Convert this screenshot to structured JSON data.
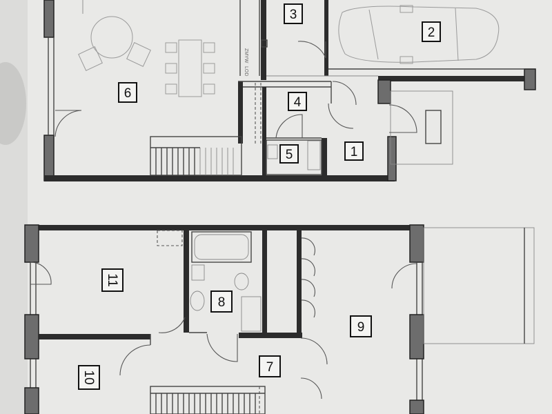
{
  "floors": [
    {
      "rooms": [
        {
          "number": "1"
        },
        {
          "number": "2"
        },
        {
          "number": "3"
        },
        {
          "number": "4"
        },
        {
          "number": "5"
        },
        {
          "number": "6"
        }
      ]
    },
    {
      "rooms": [
        {
          "number": "7"
        },
        {
          "number": "8"
        },
        {
          "number": "9"
        },
        {
          "number": "10"
        },
        {
          "number": "11"
        }
      ]
    }
  ],
  "fixture_text": {
    "zmyw": "ZMYW",
    "lod": "LOD"
  }
}
